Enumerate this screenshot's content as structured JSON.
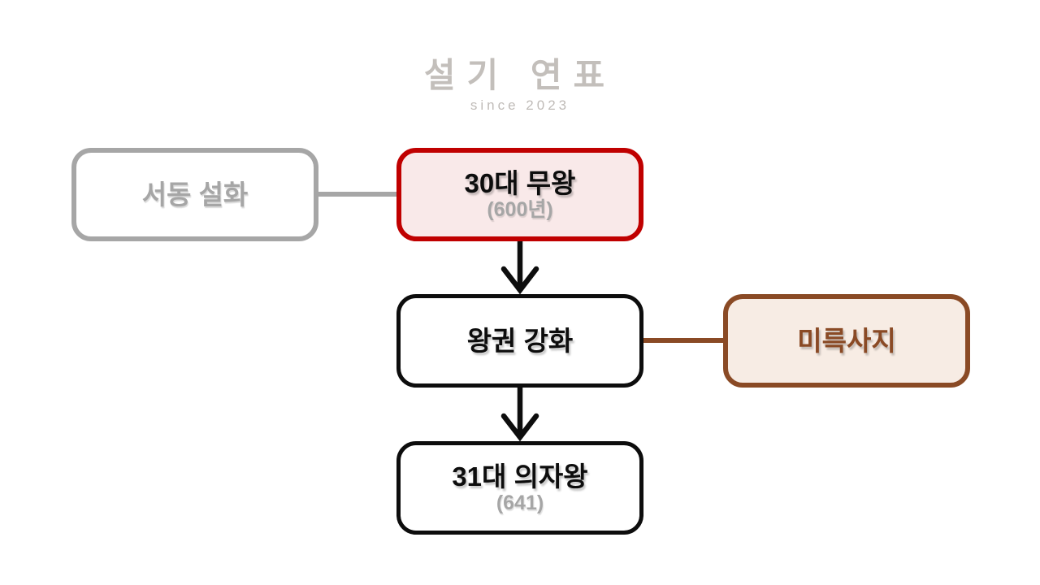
{
  "watermark": {
    "title": "설기 연표",
    "subtitle": "since 2023"
  },
  "diagram": {
    "type": "flowchart",
    "nodes": {
      "seodong": {
        "label": "서동 설화"
      },
      "muwang": {
        "label": "30대 무왕",
        "sublabel": "(600년)"
      },
      "wanggwon": {
        "label": "왕권 강화"
      },
      "mireuksaji": {
        "label": "미륵사지"
      },
      "uijawang": {
        "label": "31대 의자왕",
        "sublabel": "(641)"
      }
    },
    "edges": [
      {
        "from": "seodong",
        "to": "muwang",
        "style": "line",
        "color_key": "gray"
      },
      {
        "from": "muwang",
        "to": "wanggwon",
        "style": "arrow-down",
        "color_key": "ink"
      },
      {
        "from": "wanggwon",
        "to": "mireuksaji",
        "style": "line",
        "color_key": "brown"
      },
      {
        "from": "wanggwon",
        "to": "uijawang",
        "style": "arrow-down",
        "color_key": "ink"
      }
    ]
  },
  "colors": {
    "accent_red": "#c00000",
    "red_fill": "#f9e9e9",
    "brown": "#8a4a25",
    "brown_fill": "#f7ece4",
    "gray": "#a6a6a6",
    "sub_gray": "#a6a6a6",
    "ink": "#0d0d0d",
    "watermark_gray": "#b9b4b0"
  }
}
